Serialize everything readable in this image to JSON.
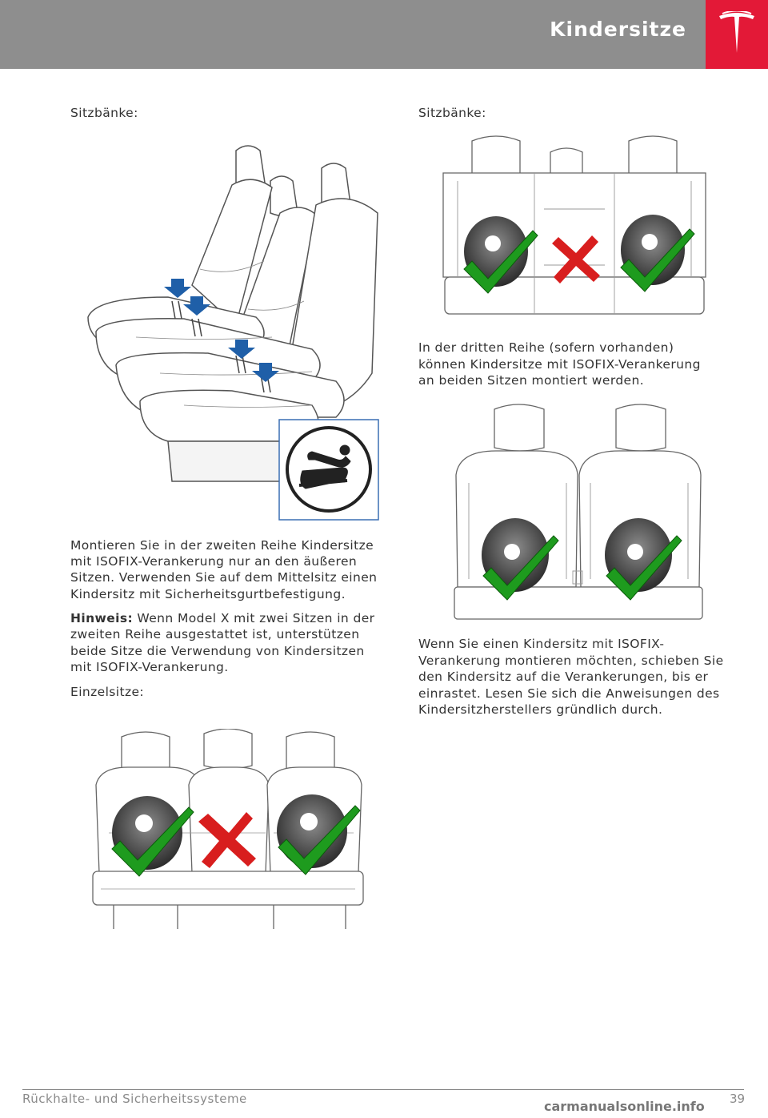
{
  "header": {
    "title": "Kindersitze",
    "logo": "tesla-logo"
  },
  "left": {
    "label_top": "Sitzbänke:",
    "para1": [
      "Montieren Sie in der zweiten Reihe Kindersitze",
      "mit ISOFIX-Verankerung nur an den äußeren",
      "Sitzen. Verwenden Sie auf dem Mittelsitz einen",
      "Kindersitz mit Sicherheitsgurtbefestigung."
    ],
    "note_label": "Hinweis:",
    "note_lines": [
      " Wenn Model X mit zwei Sitzen in der",
      "zweiten Reihe ausgestattet ist, unterstützen",
      "beide Sitze die Verwendung von Kindersitzen",
      "mit ISOFIX-Verankerung."
    ],
    "label_bottom": "Einzelsitze:"
  },
  "right": {
    "label_top": "Sitzbänke:",
    "para1": [
      "In der dritten Reihe (sofern vorhanden)",
      "können Kindersitze mit ISOFIX-Verankerung",
      "an beiden Sitzen montiert werden."
    ],
    "para2": [
      "Wenn Sie einen Kindersitz mit ISOFIX-",
      "Verankerung montieren möchten, schieben Sie",
      "den Kindersitz auf die Verankerungen, bis er",
      "einrastet. Lesen Sie sich die Anweisungen des",
      "Kindersitzherstellers gründlich durch."
    ]
  },
  "footer": {
    "section": "Rückhalte- und Sicherheitssysteme",
    "page": "39"
  },
  "watermark": "carmanualsonline.info",
  "colors": {
    "header": "#8e8e8e",
    "brand": "#e31937",
    "check": "#1e9b1e",
    "cross": "#d81e1e",
    "arrow": "#1f5fa8"
  }
}
